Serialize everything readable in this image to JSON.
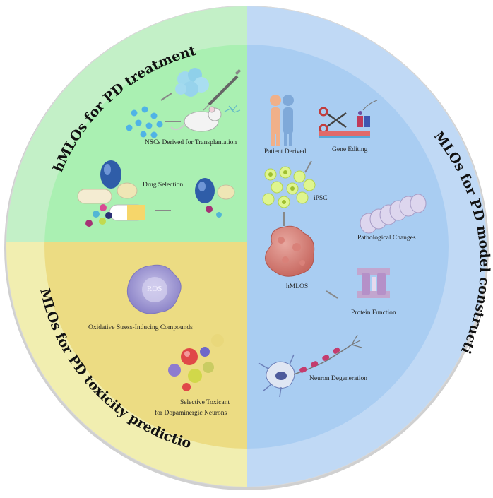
{
  "quadrants": {
    "treatment": {
      "title": "hMLOs for PD treatment",
      "labels": {
        "nsc": "NSCs Derived  for Transplantation",
        "drug": "Drug Selection"
      }
    },
    "model": {
      "title": "hMLOs for PD model construction",
      "labels": {
        "patient": "Patient Derived",
        "gene": "Gene Editing",
        "ipsc": "iPSC",
        "pathology": "Pathological Changes",
        "hmlos": "hMLOS",
        "protein": "Protein Function",
        "neuron": "Neuron Degeneration"
      }
    },
    "toxicity": {
      "title": "hMLOs for PD toxicity predictions",
      "labels": {
        "ros": "ROS",
        "oxidative": "Oxidative Stress-Inducing Compounds",
        "selective_1": "Selective Toxicant",
        "selective_2": "for Dopaminergic Neurons"
      }
    }
  },
  "colors": {
    "treatment": "#c3f0c7",
    "treatment_inner": "#aaf0b2",
    "model": "#c0d9f5",
    "model_inner": "#a9cdf2",
    "toxicity": "#f1eeb0",
    "toxicity_inner": "#ecdc83",
    "rim": "#e4e4e4"
  },
  "icons": [
    "rna-icon",
    "syringe-icon",
    "mouse-icon",
    "nsc-cluster-icon",
    "capsule-icon",
    "human-figures-icon",
    "scissors-icon",
    "dna-icon",
    "ipsc-cells-icon",
    "organoid-icon",
    "aggregate-fibril-icon",
    "ion-channel-icon",
    "neuron-icon",
    "ros-cell-icon",
    "molecules-icon"
  ]
}
